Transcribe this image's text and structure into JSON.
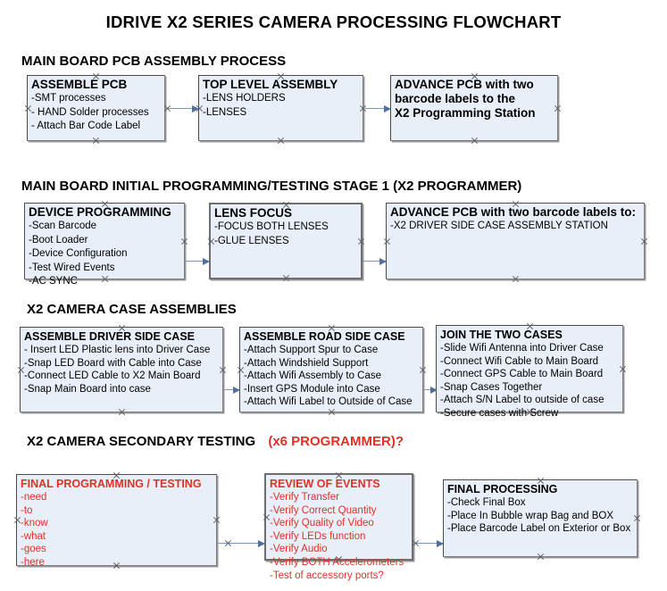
{
  "title": "IDRIVE X2  SERIES CAMERA PROCESSING FLOWCHART",
  "colors": {
    "box_fill": "#e9eff8",
    "box_border": "#4a4a4a",
    "connector": "#7d97b8",
    "red_accent": "#e03127",
    "text": "#000000"
  },
  "sections": [
    {
      "header": "MAIN BOARD PCB ASSEMBLY PROCESS",
      "header_red": "",
      "boxes": [
        {
          "title": "ASSEMBLE PCB",
          "lines": [
            "-SMT processes",
            "- HAND Solder processes",
            "- Attach Bar Code Label"
          ]
        },
        {
          "title": "TOP LEVEL ASSEMBLY",
          "lines": [
            "-LENS HOLDERS",
            "-LENSES"
          ]
        },
        {
          "title": "ADVANCE PCB with two",
          "lines": [
            "barcode labels to the",
            " X2 Programming Station"
          ]
        }
      ]
    },
    {
      "header": "MAIN BOARD INITIAL PROGRAMMING/TESTING STAGE 1 (X2 PROGRAMMER)",
      "header_red": "",
      "boxes": [
        {
          "title": "DEVICE PROGRAMMING",
          "lines": [
            "-Scan Barcode",
            "-Boot Loader",
            "-Device Configuration",
            "-Test Wired Events",
            "-AC SYNC"
          ]
        },
        {
          "title": "LENS FOCUS",
          "lines": [
            "-FOCUS BOTH LENSES",
            "-GLUE LENSES"
          ]
        },
        {
          "title": "ADVANCE PCB with two barcode labels to:",
          "lines": [
            "-X2 DRIVER  SIDE  CASE  ASSEMBLY STATION"
          ]
        }
      ]
    },
    {
      "header": "X2 CAMERA CASE ASSEMBLIES",
      "header_red": "",
      "boxes": [
        {
          "title": "ASSEMBLE DRIVER SIDE CASE",
          "lines": [
            "- Insert LED Plastic lens into Driver Case",
            "-Snap LED Board with Cable into Case",
            "-Connect LED Cable to X2 Main Board",
            "-Snap Main Board into case"
          ]
        },
        {
          "title": "ASSEMBLE ROAD SIDE CASE",
          "lines": [
            "-Attach Support Spur to Case",
            "-Attach Windshield Support",
            "-Attach Wifi Assembly to Case",
            "-Insert GPS Module into Case",
            "-Attach Wifi Label to Outside of Case"
          ]
        },
        {
          "title": "JOIN THE TWO CASES",
          "lines": [
            "-Slide Wifi Antenna into Driver Case",
            "-Connect Wifi Cable to Main Board",
            "-Connect GPS Cable to Main Board",
            "-Snap Cases Together",
            "-Attach S/N Label to outside of case",
            "-Secure cases with Screw"
          ]
        }
      ]
    },
    {
      "header": "X2 CAMERA SECONDARY TESTING",
      "header_red": "(x6 PROGRAMMER)?",
      "boxes": [
        {
          "title": "FINAL PROGRAMMING / TESTING",
          "lines": [
            "-need",
            "-to",
            "-know",
            "-what",
            "-goes",
            "-here"
          ]
        },
        {
          "title": "REVIEW OF EVENTS",
          "lines": [
            "-Verify Transfer",
            "-Verify Correct Quantity",
            "-Verify Quality of Video",
            "-Verify LEDs function",
            "-Verify Audio",
            "-Verify BOTH Accelerometers",
            "-Test of accessory ports?"
          ]
        },
        {
          "title": "FINAL PROCESSING",
          "lines": [
            " -Check Final Box",
            "-Place In Bubble wrap Bag and BOX",
            "-Place Barcode Label on Exterior or Box"
          ]
        }
      ]
    }
  ]
}
